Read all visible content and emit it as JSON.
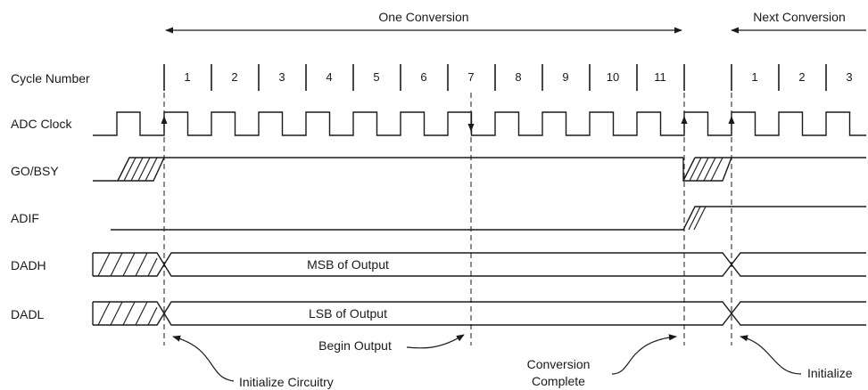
{
  "top": {
    "one_conversion": "One Conversion",
    "next_conversion": "Next Conversion"
  },
  "signals": {
    "cycle_number": "Cycle Number",
    "adc_clock": "ADC Clock",
    "go_bsy": "GO/BSY",
    "adif": "ADIF",
    "dadh": "DADH",
    "dadl": "DADL"
  },
  "cycles": [
    "1",
    "2",
    "3",
    "4",
    "5",
    "6",
    "7",
    "8",
    "9",
    "10",
    "11"
  ],
  "next_cycles": [
    "1",
    "2",
    "3"
  ],
  "bus": {
    "msb": "MSB of Output",
    "lsb": "LSB of Output"
  },
  "annotations": {
    "initialize_circuitry": "Initialize Circuitry",
    "begin_output": "Begin Output",
    "conversion_line1": "Conversion",
    "conversion_line2": "Complete",
    "initialize": "Initialize"
  }
}
